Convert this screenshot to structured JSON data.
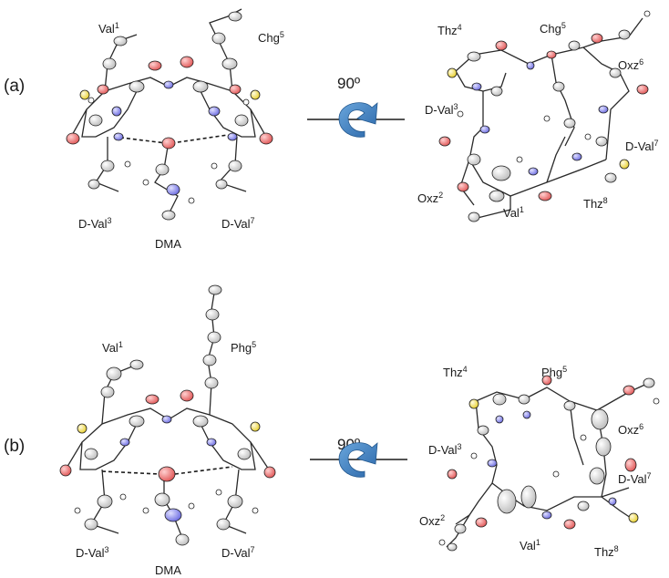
{
  "panels": [
    {
      "tag": "(a)",
      "left_labels": [
        {
          "base": "Val",
          "sup": "1"
        },
        {
          "base": "Chg",
          "sup": "5"
        },
        {
          "base": "D-Val",
          "sup": "3"
        },
        {
          "base": "D-Val",
          "sup": "7"
        },
        {
          "base": "DMA",
          "sup": ""
        }
      ],
      "rotation": "90º",
      "right_labels": [
        {
          "base": "Thz",
          "sup": "4"
        },
        {
          "base": "Chg",
          "sup": "5"
        },
        {
          "base": "Oxz",
          "sup": "6"
        },
        {
          "base": "D-Val",
          "sup": "3"
        },
        {
          "base": "D-Val",
          "sup": "7"
        },
        {
          "base": "Oxz",
          "sup": "2"
        },
        {
          "base": "Val",
          "sup": "1"
        },
        {
          "base": "Thz",
          "sup": "8"
        }
      ]
    },
    {
      "tag": "(b)",
      "left_labels": [
        {
          "base": "Val",
          "sup": "1"
        },
        {
          "base": "Phg",
          "sup": "5"
        },
        {
          "base": "D-Val",
          "sup": "3"
        },
        {
          "base": "D-Val",
          "sup": "7"
        },
        {
          "base": "DMA",
          "sup": ""
        }
      ],
      "rotation": "90º",
      "right_labels": [
        {
          "base": "Thz",
          "sup": "4"
        },
        {
          "base": "Phg",
          "sup": "5"
        },
        {
          "base": "Oxz",
          "sup": "6"
        },
        {
          "base": "D-Val",
          "sup": "3"
        },
        {
          "base": "D-Val",
          "sup": "7"
        },
        {
          "base": "Oxz",
          "sup": "2"
        },
        {
          "base": "Val",
          "sup": "1"
        },
        {
          "base": "Thz",
          "sup": "8"
        }
      ]
    }
  ],
  "colors": {
    "carbon": "#d9d9d9",
    "oxygen": "#f08080",
    "nitrogen": "#8c8cf0",
    "sulfur": "#f5e050",
    "hydrogen": "#ffffff",
    "arrow": "#3d7fc0",
    "hbond": "#1a1a1a"
  }
}
